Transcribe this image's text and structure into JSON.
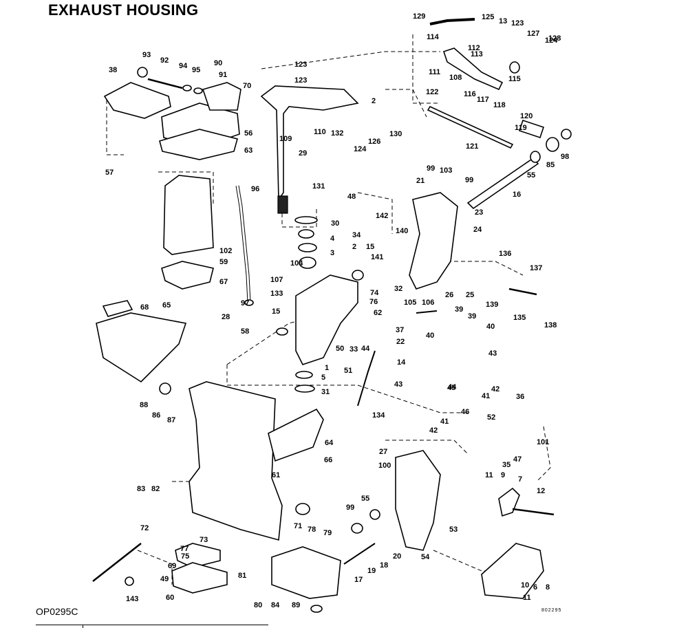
{
  "title": "EXHAUST HOUSING",
  "diagram_code": "OP0295C",
  "print_code": "802295",
  "callouts": [
    "1",
    "2",
    "2",
    "3",
    "4",
    "5",
    "6",
    "7",
    "8",
    "9",
    "10",
    "11",
    "11",
    "12",
    "13",
    "14",
    "15",
    "15",
    "16",
    "17",
    "18",
    "19",
    "20",
    "21",
    "22",
    "23",
    "24",
    "25",
    "26",
    "27",
    "28",
    "29",
    "30",
    "31",
    "32",
    "33",
    "34",
    "35",
    "36",
    "37",
    "38",
    "39",
    "39",
    "40",
    "40",
    "41",
    "41",
    "42",
    "42",
    "43",
    "43",
    "44",
    "44",
    "45",
    "46",
    "47",
    "48",
    "49",
    "50",
    "51",
    "52",
    "53",
    "54",
    "55",
    "55",
    "56",
    "57",
    "58",
    "59",
    "60",
    "61",
    "62",
    "63",
    "64",
    "65",
    "66",
    "67",
    "68",
    "69",
    "70",
    "71",
    "72",
    "73",
    "74",
    "75",
    "76",
    "77",
    "78",
    "79",
    "80",
    "81",
    "82",
    "83",
    "84",
    "85",
    "86",
    "87",
    "88",
    "89",
    "90",
    "91",
    "92",
    "93",
    "94",
    "95",
    "96",
    "97",
    "98",
    "99",
    "99",
    "99",
    "100",
    "101",
    "102",
    "103",
    "104",
    "105",
    "106",
    "107",
    "108",
    "109",
    "110",
    "111",
    "112",
    "113",
    "114",
    "115",
    "116",
    "117",
    "118",
    "119",
    "120",
    "121",
    "122",
    "123",
    "123",
    "123",
    "124",
    "124",
    "125",
    "126",
    "127",
    "128",
    "129",
    "130",
    "131",
    "132",
    "133",
    "134",
    "135",
    "136",
    "137",
    "138",
    "139",
    "140",
    "141",
    "142",
    "143"
  ]
}
